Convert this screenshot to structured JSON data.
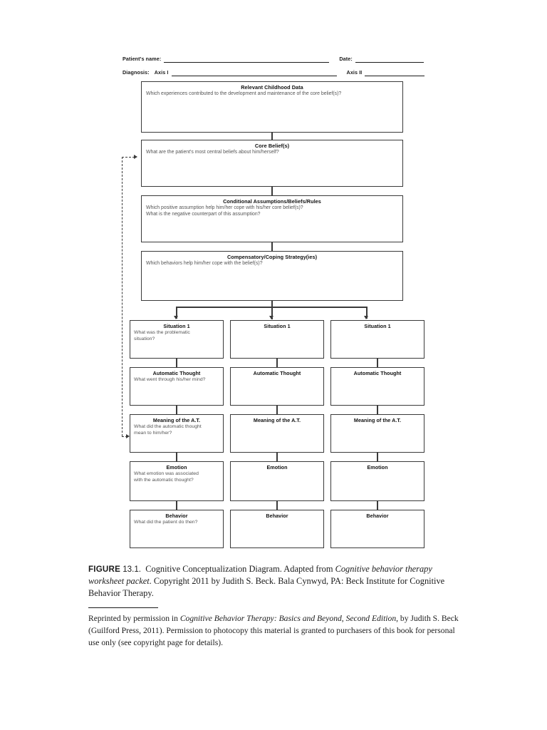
{
  "header": {
    "patient_name_label": "Patient's name:",
    "date_label": "Date:",
    "diagnosis_label": "Diagnosis:",
    "axis1_label": "Axis I",
    "axis2_label": "Axis II",
    "patient_name_value": "",
    "date_value": "",
    "axis1_value": "",
    "axis2_value": ""
  },
  "boxes": [
    {
      "id": "relevant-childhood-data",
      "title": "Relevant Childhood Data",
      "questions": [
        "Which experiences contributed to the development and maintenance of the core belief(s)?"
      ],
      "value": ""
    },
    {
      "id": "core-beliefs",
      "title": "Core Belief(s)",
      "questions": [
        "What are the patient's most central beliefs about him/herself?"
      ],
      "value": ""
    },
    {
      "id": "conditional-assumptions",
      "title": "Conditional Assumptions/Beliefs/Rules",
      "questions": [
        "Which positive assumption help him/her cope with his/her core belief(s)?",
        "What is the negative counterpart of this assumption?"
      ],
      "value": ""
    },
    {
      "id": "compensatory-coping-strategies",
      "title": "Compensatory/Coping Strategy(ies)",
      "questions": [
        "Which behaviors help him/her cope with the belief(s)?"
      ],
      "value": ""
    }
  ],
  "grid": {
    "rows": [
      {
        "id": "situation",
        "columns": [
          {
            "title": "Situation 1",
            "questions": [
              "What was the problematic",
              "situation?"
            ],
            "value": ""
          },
          {
            "title": "Situation 1",
            "questions": [],
            "value": ""
          },
          {
            "title": "Situation 1",
            "questions": [],
            "value": ""
          }
        ]
      },
      {
        "id": "automatic-thought",
        "columns": [
          {
            "title": "Automatic Thought",
            "questions": [
              "What went through his/her mind?"
            ],
            "value": ""
          },
          {
            "title": "Automatic Thought",
            "questions": [],
            "value": ""
          },
          {
            "title": "Automatic Thought",
            "questions": [],
            "value": ""
          }
        ]
      },
      {
        "id": "meaning-of-the-at",
        "columns": [
          {
            "title": "Meaning of the A.T.",
            "questions": [
              "What did the automatic thought",
              "mean to him/her?"
            ],
            "value": ""
          },
          {
            "title": "Meaning of the A.T.",
            "questions": [],
            "value": ""
          },
          {
            "title": "Meaning of the A.T.",
            "questions": [],
            "value": ""
          }
        ]
      },
      {
        "id": "emotion",
        "columns": [
          {
            "title": "Emotion",
            "questions": [
              "What emotion was associated",
              "with the automatic thought?"
            ],
            "value": ""
          },
          {
            "title": "Emotion",
            "questions": [],
            "value": ""
          },
          {
            "title": "Emotion",
            "questions": [],
            "value": ""
          }
        ]
      },
      {
        "id": "behavior",
        "columns": [
          {
            "title": "Behavior",
            "questions": [
              "What did the patient do then?"
            ],
            "value": ""
          },
          {
            "title": "Behavior",
            "questions": [],
            "value": ""
          },
          {
            "title": "Behavior",
            "questions": [],
            "value": ""
          }
        ]
      }
    ]
  },
  "caption": {
    "figure_label": "FIGURE",
    "figure_number": "13.1.",
    "text_1": "Cognitive Conceptualization Diagram. Adapted from ",
    "italic_1": "Cognitive behavior therapy worksheet packet",
    "text_2": ". Copyright 2011 by Judith S. Beck. Bala Cynwyd, PA: Beck Institute for Cognitive Behavior Therapy."
  },
  "footnote": {
    "text_1": "Reprinted by permission in ",
    "italic_1": "Cognitive Behavior Therapy: Basics and Beyond, Second Edition",
    "text_2": ", by Judith S. Beck (Guilford Press, 2011). Permission to photocopy this material is granted to purchasers of this book for personal use only (see copyright page for details)."
  },
  "colors": {
    "line": "#3a3a3a",
    "title_text": "#111111",
    "question_text": "#555555",
    "page_background": "#ffffff"
  }
}
